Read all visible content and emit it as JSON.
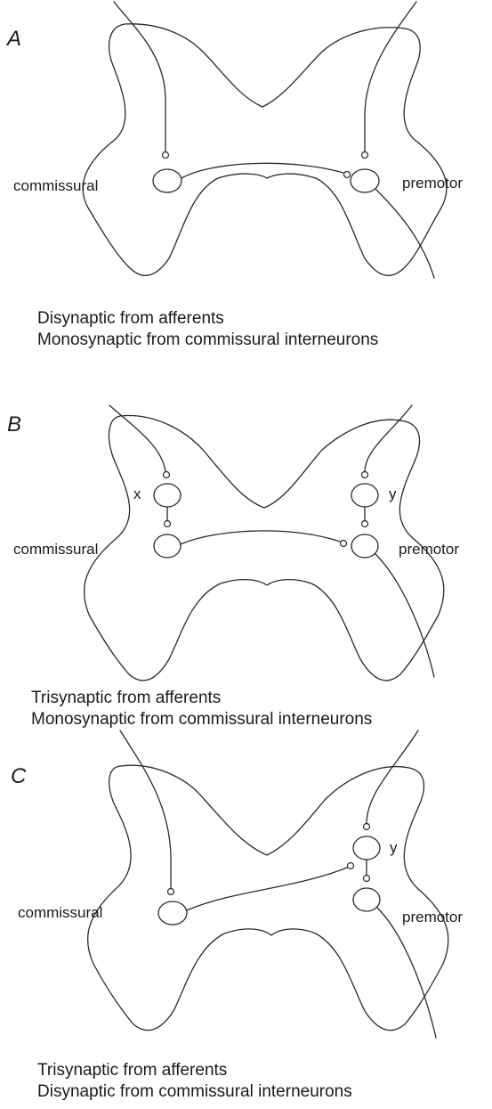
{
  "panels": [
    {
      "letter": "A",
      "left_label": "commissural",
      "right_label": "premotor",
      "caption_line1": "Disynaptic from afferents",
      "caption_line2": "Monosynaptic from commissural interneurons"
    },
    {
      "letter": "B",
      "left_label": "commissural",
      "right_label": "premotor",
      "x_label": "x",
      "y_label": "y",
      "caption_line1": "Trisynaptic from afferents",
      "caption_line2": "Monosynaptic from commissural interneurons"
    },
    {
      "letter": "C",
      "left_label": "commissural",
      "right_label": "premotor",
      "y_label": "y",
      "caption_line1": "Trisynaptic from afferents",
      "caption_line2": "Disynaptic from commissural interneurons"
    }
  ]
}
